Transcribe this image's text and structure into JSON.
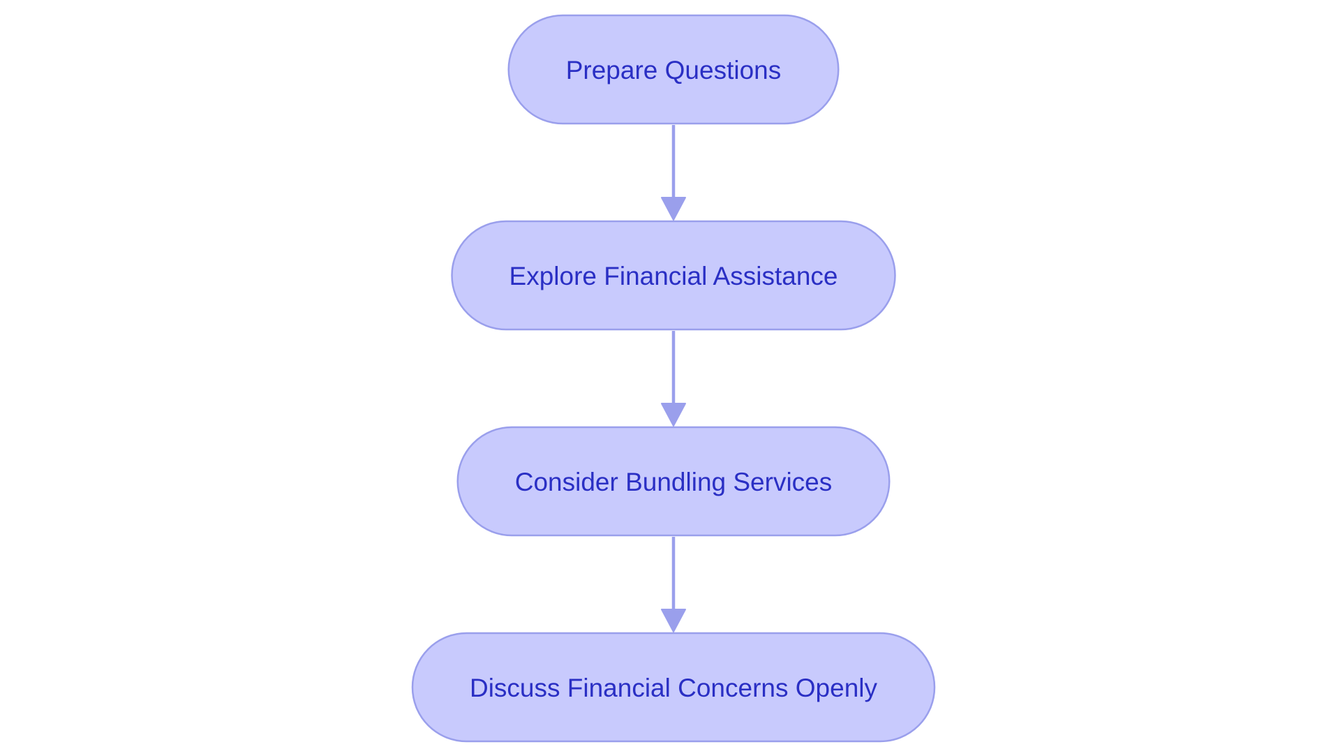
{
  "diagram": {
    "type": "flowchart",
    "direction": "top-to-bottom",
    "nodes": [
      {
        "id": "prepare-questions",
        "label": "Prepare Questions"
      },
      {
        "id": "explore-financial-assistance",
        "label": "Explore Financial Assistance"
      },
      {
        "id": "consider-bundling-services",
        "label": "Consider Bundling Services"
      },
      {
        "id": "discuss-financial-concerns-openly",
        "label": "Discuss Financial Concerns Openly"
      }
    ],
    "edges": [
      {
        "from": "prepare-questions",
        "to": "explore-financial-assistance"
      },
      {
        "from": "explore-financial-assistance",
        "to": "consider-bundling-services"
      },
      {
        "from": "consider-bundling-services",
        "to": "discuss-financial-concerns-openly"
      }
    ]
  },
  "colors": {
    "node_fill": "#c8cafd",
    "node_border": "#9a9fec",
    "node_text": "#2a2fc4",
    "arrow": "#9a9fec",
    "background": "#ffffff"
  }
}
